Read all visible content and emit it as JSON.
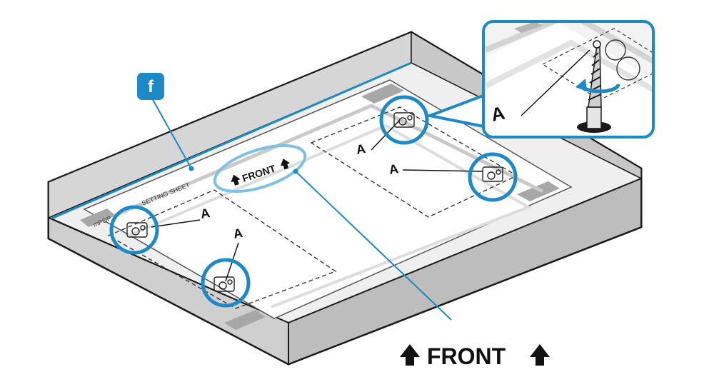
{
  "callout_badge": {
    "letter": "f",
    "color": "#1d8ac7"
  },
  "front_label": "FRONT",
  "sheet_header": "SETTING SHEET",
  "sheet_brand": "mPOP",
  "marker_a": "A",
  "colors": {
    "accent_blue": "#1d8ac7",
    "highlight_blue": "#7fc1e4",
    "box_side": "#d9d9d9",
    "box_floor": "#ededed",
    "sheet": "#ffffff",
    "outline": "#1a1a1a"
  },
  "icons": [
    "arrow-up-icon",
    "screw-icon",
    "rotate-arrow-icon"
  ]
}
